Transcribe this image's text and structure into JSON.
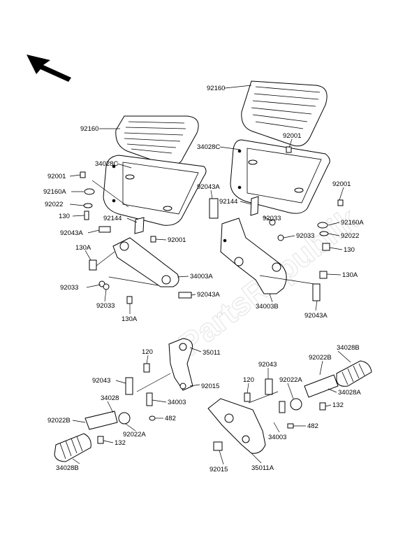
{
  "watermark": "PartsRepublik",
  "labels": {
    "l1": "92160",
    "l2": "92160",
    "l3": "92001",
    "l4": "34028C",
    "l5": "34028C",
    "l6": "92001",
    "l7": "92043A",
    "l8": "92001",
    "l9": "92160A",
    "l10": "92022",
    "l11": "92144",
    "l12": "130",
    "l13": "92144",
    "l14": "92033",
    "l15": "92033",
    "l16": "92160A",
    "l17": "92043A",
    "l18": "92001",
    "l19": "92022",
    "l20": "130A",
    "l21": "130",
    "l22": "34003A",
    "l23": "130A",
    "l24": "92033",
    "l25": "92043A",
    "l26": "92033",
    "l27": "34003B",
    "l28": "130A",
    "l29": "92043A",
    "l30": "120",
    "l31": "35011",
    "l32": "34028B",
    "l33": "92043",
    "l34": "92015",
    "l35": "92043",
    "l36": "92022B",
    "l37": "34028",
    "l38": "34003",
    "l39": "120",
    "l40": "92022A",
    "l41": "34028A",
    "l42": "482",
    "l43": "92022B",
    "l44": "132",
    "l45": "92022A",
    "l46": "132",
    "l47": "482",
    "l48": "34028B",
    "l49": "34003",
    "l50": "92015",
    "l51": "35011A"
  }
}
